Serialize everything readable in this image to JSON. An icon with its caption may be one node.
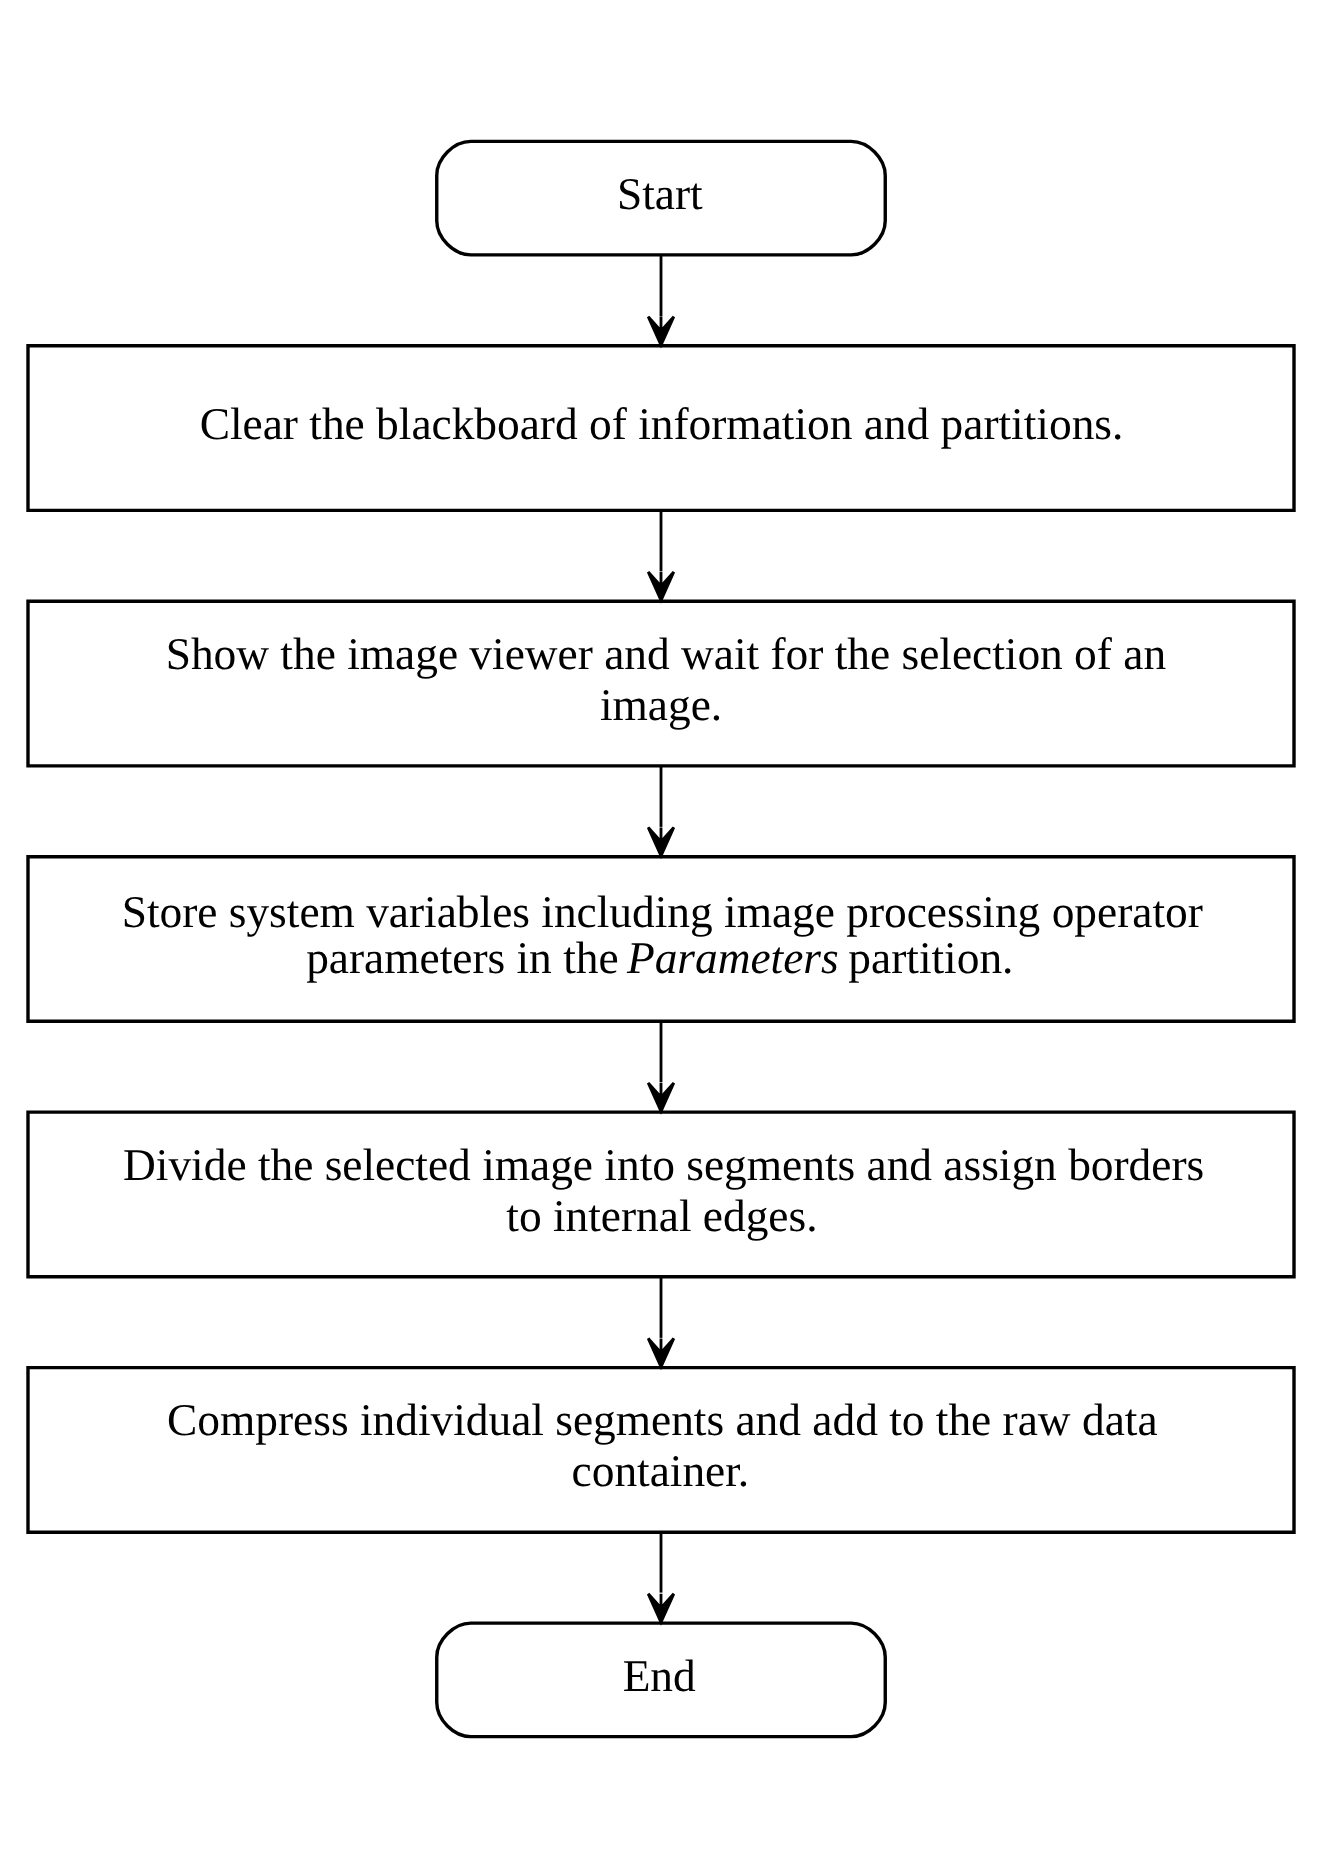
{
  "diagram": {
    "nodes": [
      {
        "text": [
          "Start"
        ]
      },
      {
        "text": [
          "Clear the blackboard of information and partitions."
        ]
      },
      {
        "text": [
          "Show the image viewer and wait for the selection of an image."
        ]
      },
      {
        "text": [
          "Store system variables including image processing operator parameters in the *Parameters* partition."
        ]
      },
      {
        "text": [
          "Divide the selected image into segments and assign borders to internal edges."
        ]
      },
      {
        "text": [
          "Compress individual segments and add to the raw data container."
        ]
      },
      {
        "text": [
          "End"
        ]
      }
    ],
    "edges": [
      {
        "from": 0,
        "to": 1,
        "arrow": "to"
      },
      {
        "from": 1,
        "to": 2,
        "arrow": "to"
      },
      {
        "from": 2,
        "to": 3,
        "arrow": "to"
      },
      {
        "from": 3,
        "to": 4,
        "arrow": "to"
      },
      {
        "from": 4,
        "to": 5,
        "arrow": "to"
      },
      {
        "from": 5,
        "to": 6,
        "arrow": "to"
      }
    ]
  }
}
